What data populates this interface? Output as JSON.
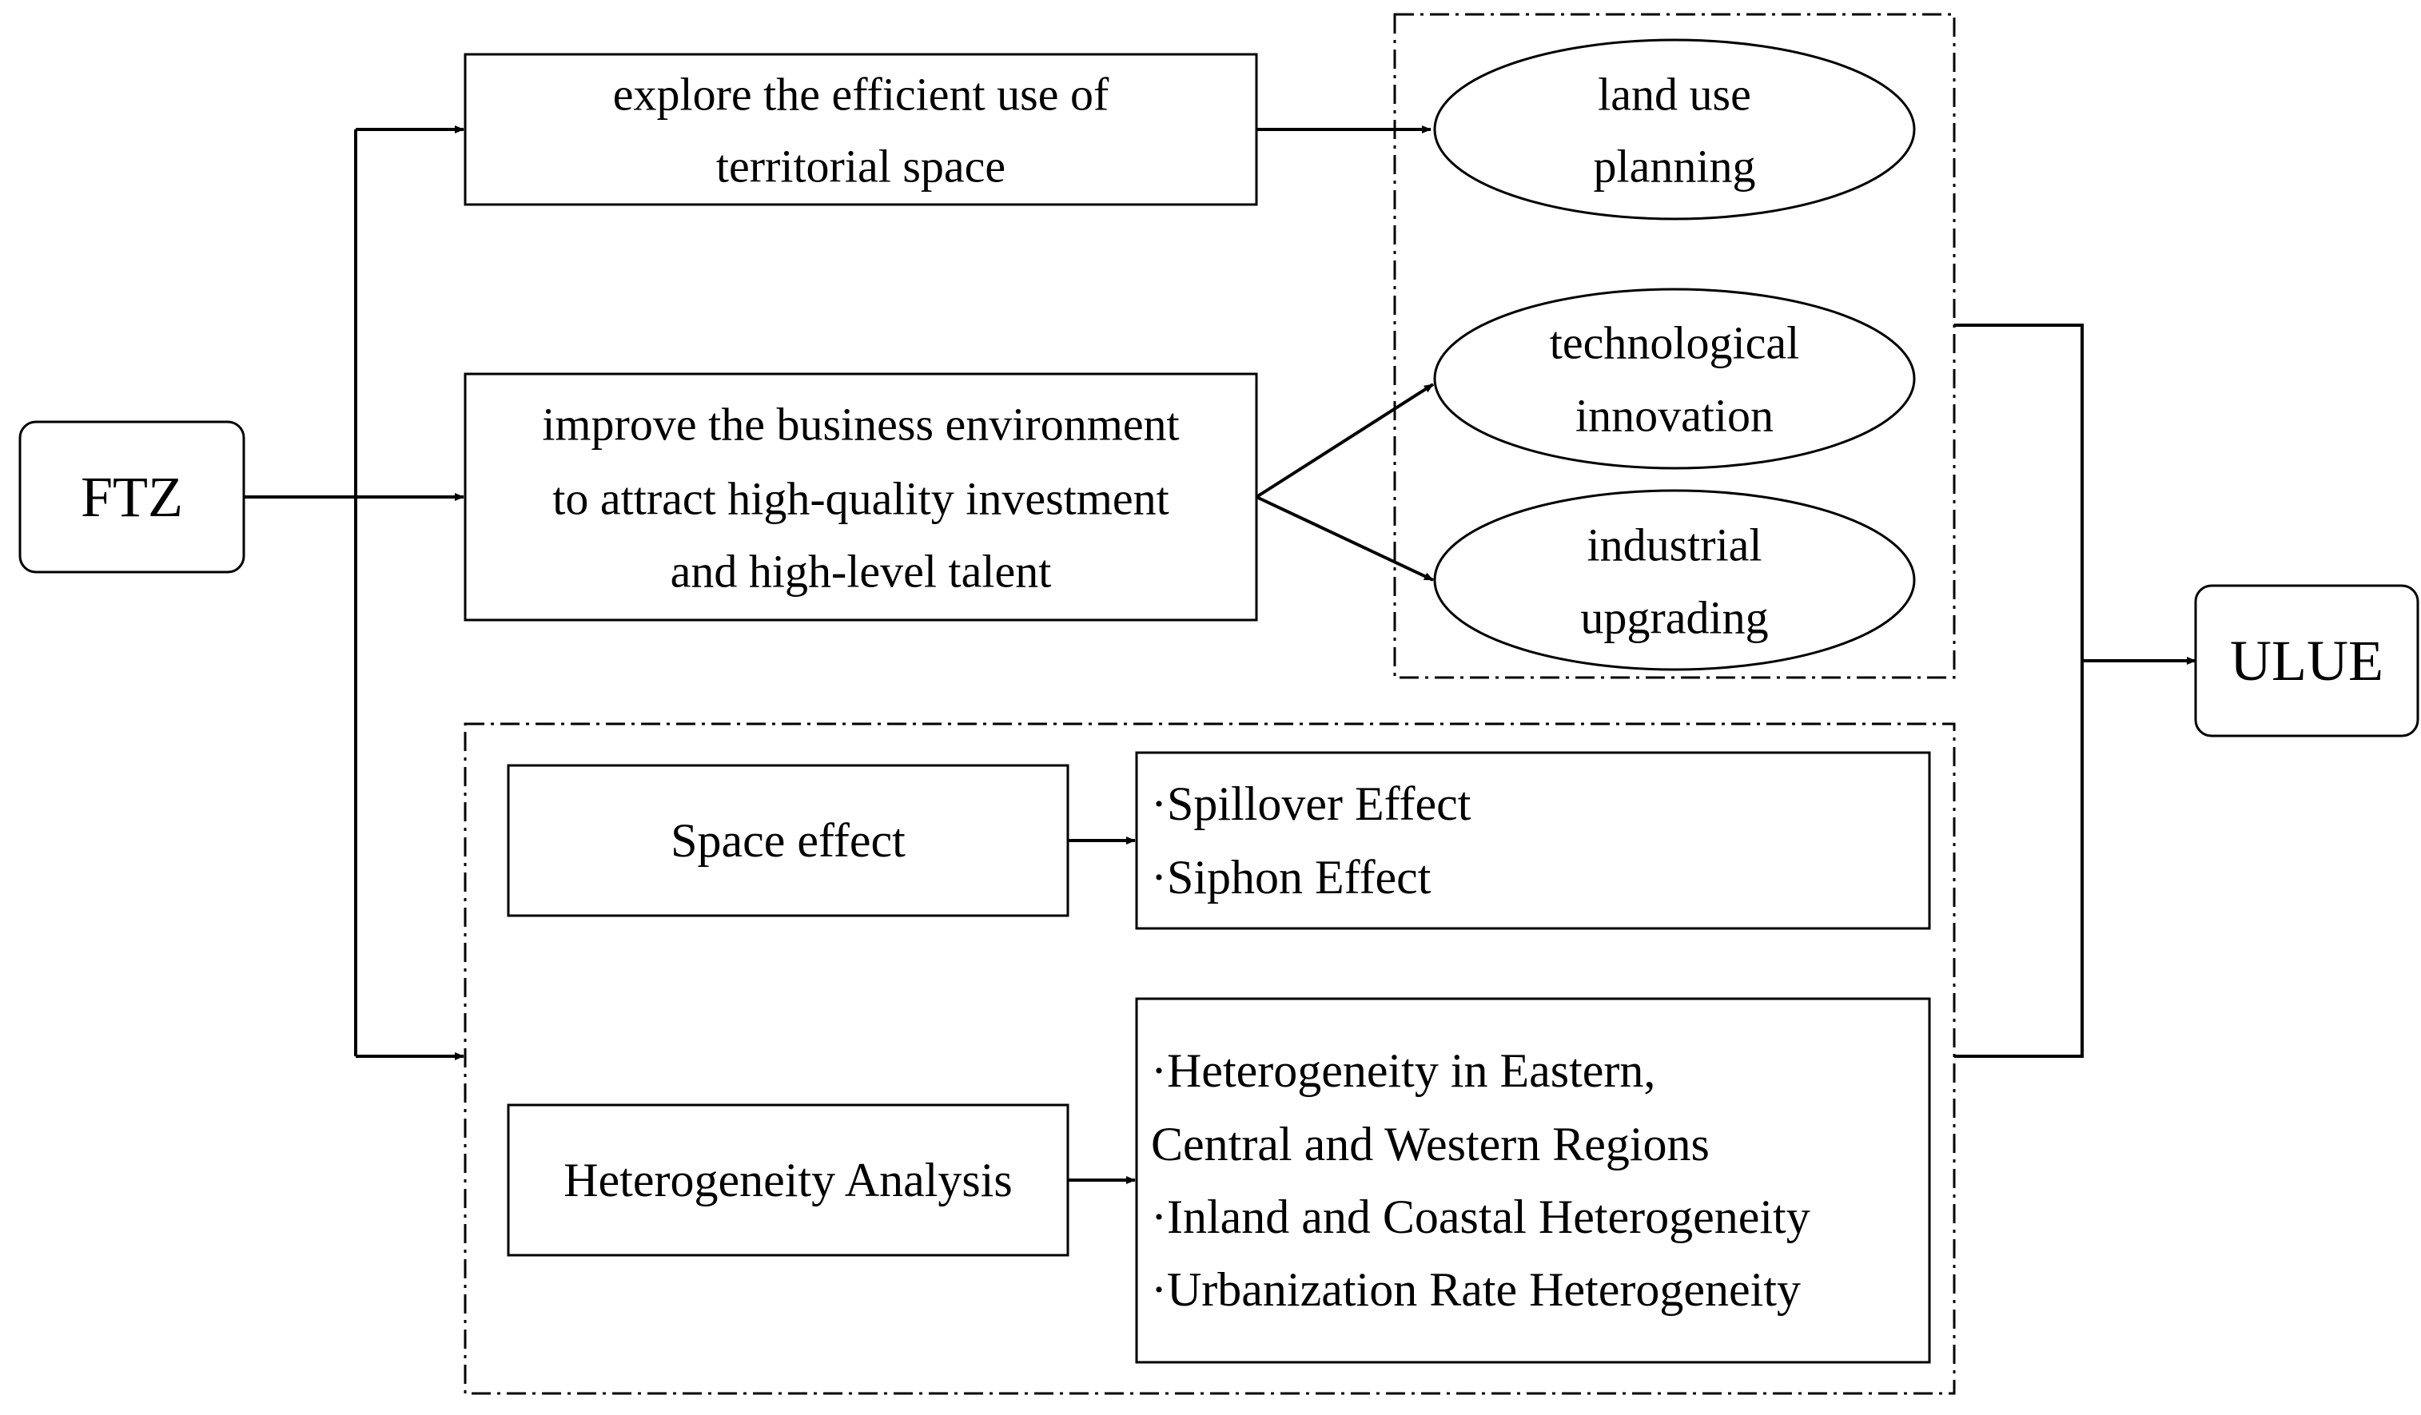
{
  "nodes": {
    "ftz": "FTZ",
    "ulue": "ULUE",
    "explore_box": [
      "explore the efficient use of",
      "territorial space"
    ],
    "improve_box": [
      "improve the business environment",
      "to attract high-quality investment",
      "and high-level talent"
    ],
    "land_use_planning": [
      "land use",
      "planning"
    ],
    "technological_innovation": [
      "technological",
      "innovation"
    ],
    "industrial_upgrading": [
      "industrial",
      "upgrading"
    ],
    "space_effect": "Space effect",
    "heterogeneity_analysis": "Heterogeneity Analysis",
    "space_effect_results": [
      "·Spillover Effect",
      "·Siphon Effect"
    ],
    "heterogeneity_results": [
      "·Heterogeneity in Eastern,",
      "Central and Western Regions",
      "·Inland and Coastal Heterogeneity",
      "·Urbanization Rate Heterogeneity"
    ]
  }
}
